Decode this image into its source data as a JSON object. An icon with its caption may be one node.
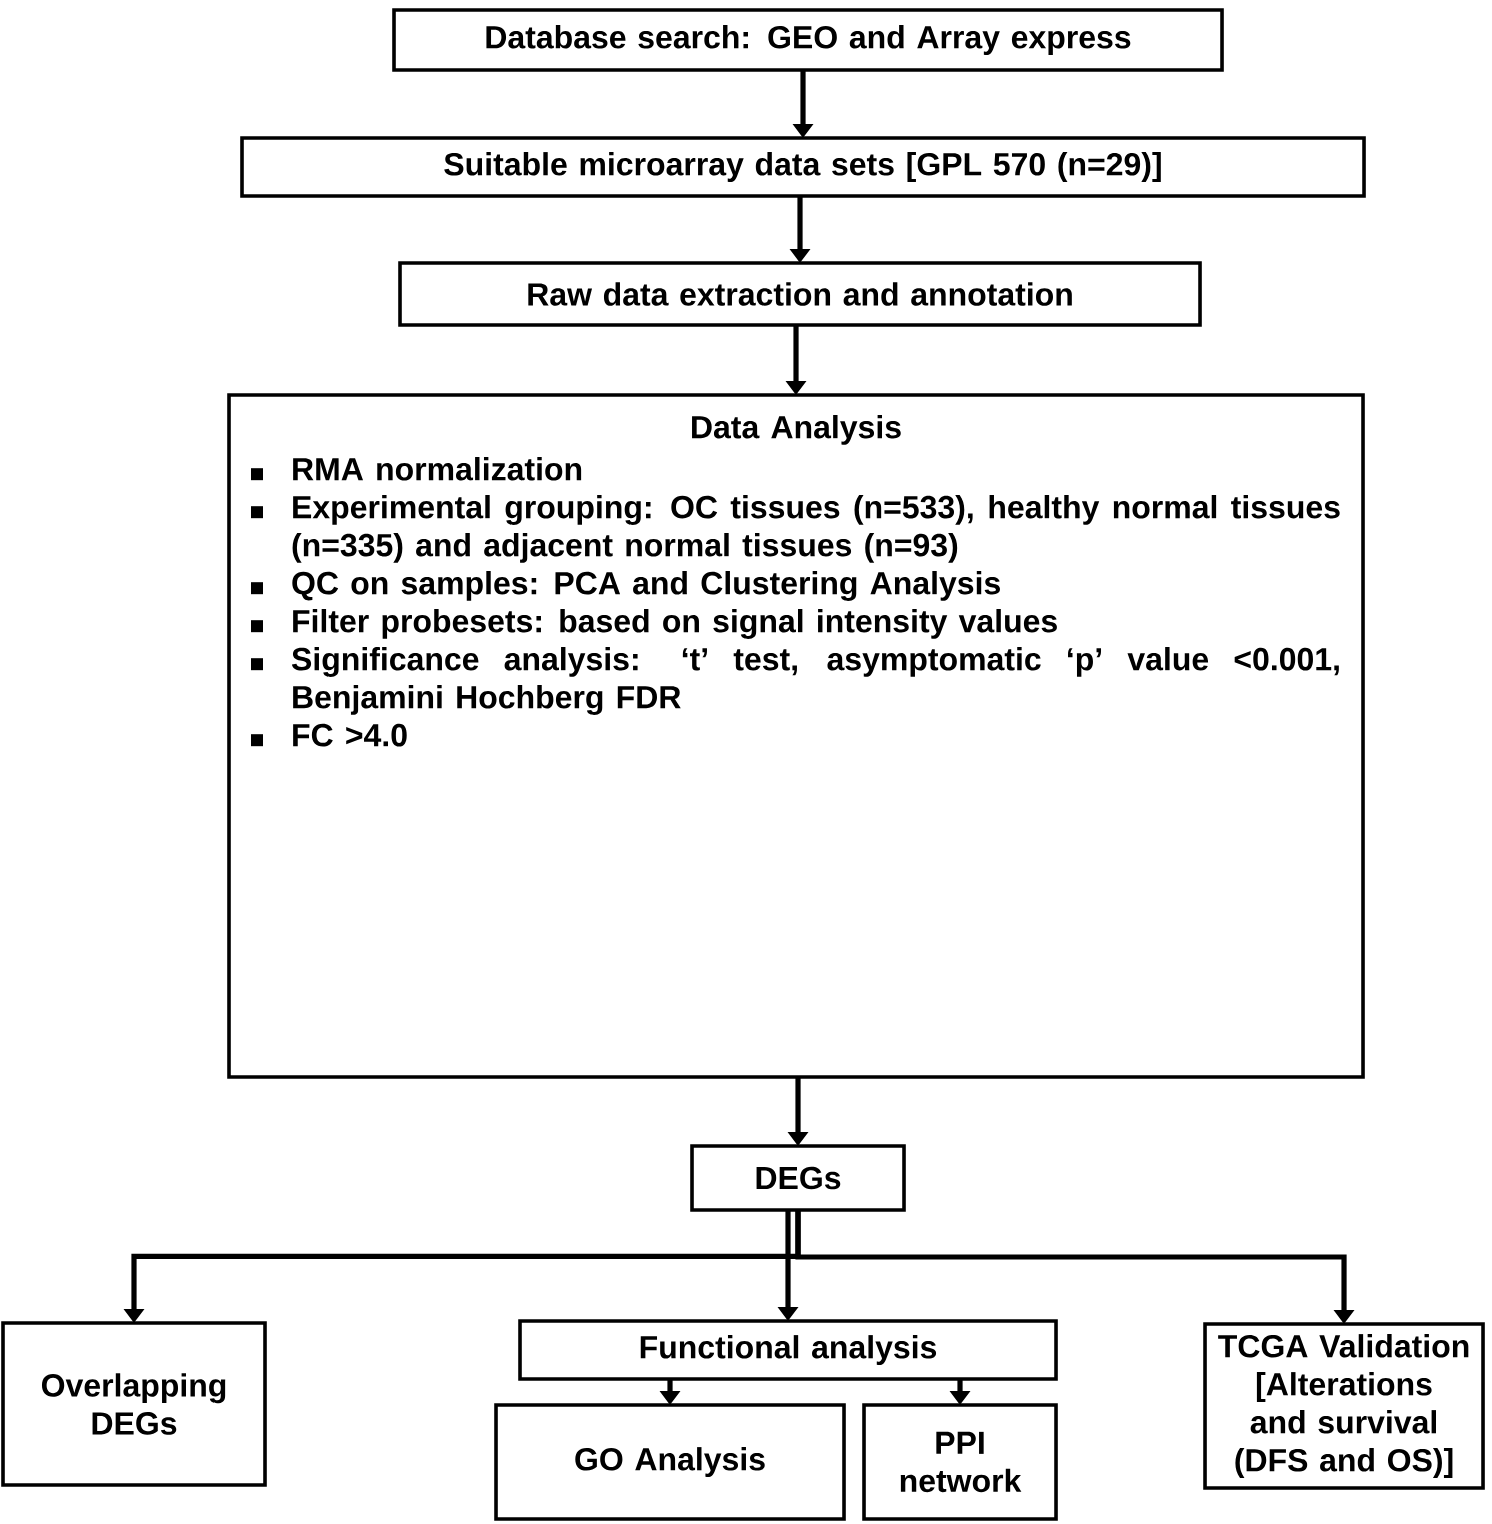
{
  "diagram": {
    "nodes": [
      {
        "text": [
          "Database search: GEO and Array express"
        ]
      },
      {
        "text": [
          "Suitable microarray data sets [GPL 570 (n=29)]"
        ]
      },
      {
        "text": [
          "Raw data extraction and annotation"
        ]
      },
      {
        "text": [
          "Data Analysis",
          "RMA normalization",
          "Experimental grouping: OC tissues (n=533), healthy normal tissues (n=335) and adjacent normal tissues (n=93)",
          "QC on samples: PCA and Clustering Analysis",
          "Filter probesets: based on signal intensity values",
          "Significance analysis: ‘t’ test, asymptomatic ‘p’ value <0.001, Benjamini Hochberg FDR",
          "FC >4.0"
        ]
      },
      {
        "text": [
          "DEGs"
        ]
      },
      {
        "text": [
          "Overlapping DEGs"
        ]
      },
      {
        "text": [
          "Functional analysis"
        ]
      },
      {
        "text": [
          "TCGA Validation [Alterations and survival (DFS and OS)]"
        ]
      },
      {
        "text": [
          "GO Analysis"
        ]
      },
      {
        "text": [
          "PPI network"
        ]
      }
    ],
    "edges": [
      {
        "from": 0,
        "to": 1,
        "arrow": "to"
      },
      {
        "from": 1,
        "to": 2,
        "arrow": "to"
      },
      {
        "from": 2,
        "to": 3,
        "arrow": "to"
      },
      {
        "from": 3,
        "to": 4,
        "arrow": "to"
      },
      {
        "from": 4,
        "to": 5,
        "arrow": "to"
      },
      {
        "from": 4,
        "to": 6,
        "arrow": "to"
      },
      {
        "from": 4,
        "to": 7,
        "arrow": "to"
      },
      {
        "from": 6,
        "to": 8,
        "arrow": "to"
      },
      {
        "from": 6,
        "to": 9,
        "arrow": "to"
      }
    ]
  }
}
